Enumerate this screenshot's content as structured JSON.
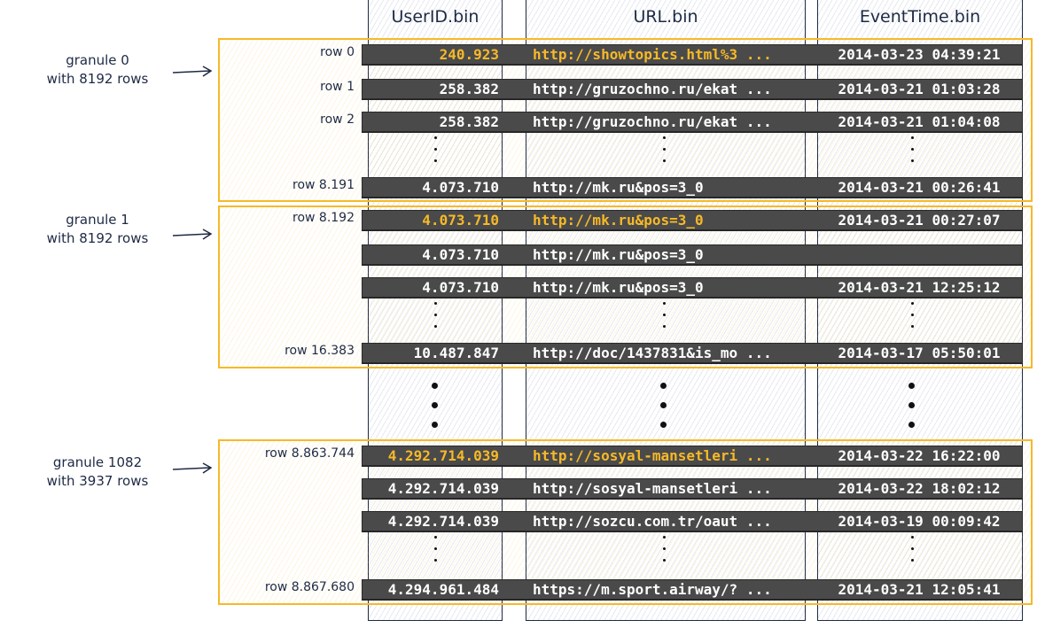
{
  "columns": [
    "UserID.bin",
    "URL.bin",
    "EventTime.bin"
  ],
  "granules": [
    {
      "label_line1": "granule 0",
      "label_line2": "with 8192 rows",
      "rows": [
        {
          "label": "row 0",
          "user": "240.923",
          "url": "http://showtopics.html%3 ...",
          "time": "2014-03-23 04:39:21"
        },
        {
          "label": "row 1",
          "user": "258.382",
          "url": "http://gruzochno.ru/ekat ...",
          "time": "2014-03-21 01:03:28"
        },
        {
          "label": "row 2",
          "user": "258.382",
          "url": "http://gruzochno.ru/ekat ...",
          "time": "2014-03-21 01:04:08"
        },
        {
          "label": "row 8.191",
          "user": "4.073.710",
          "url": "http://mk.ru&pos=3_0",
          "time": "2014-03-21 00:26:41"
        }
      ]
    },
    {
      "label_line1": "granule 1",
      "label_line2": "with 8192 rows",
      "rows": [
        {
          "label": "row 8.192",
          "user": "4.073.710",
          "url": "http://mk.ru&pos=3_0",
          "time": "2014-03-21 00:27:07"
        },
        {
          "label": "",
          "user": "4.073.710",
          "url": "http://mk.ru&pos=3_0",
          "time": ""
        },
        {
          "label": "",
          "user": "4.073.710",
          "url": "http://mk.ru&pos=3_0",
          "time": "2014-03-21 12:25:12"
        },
        {
          "label": "row 16.383",
          "user": "10.487.847",
          "url": "http://doc/1437831&is_mo ...",
          "time": "2014-03-17 05:50:01"
        }
      ]
    },
    {
      "label_line1": "granule 1082",
      "label_line2": "with 3937 rows",
      "rows": [
        {
          "label": "row 8.863.744",
          "user": "4.292.714.039",
          "url": "http://sosyal-mansetleri ...",
          "time": "2014-03-22 16:22:00"
        },
        {
          "label": "",
          "user": "4.292.714.039",
          "url": "http://sosyal-mansetleri ...",
          "time": "2014-03-22 18:02:12"
        },
        {
          "label": "",
          "user": "4.292.714.039",
          "url": "http://sozcu.com.tr/oaut ...",
          "time": "2014-03-19 00:09:42"
        },
        {
          "label": "row 8.867.680",
          "user": "4.294.961.484",
          "url": "https://m.sport.airway/? ...",
          "time": "2014-03-21 12:05:41"
        }
      ]
    }
  ],
  "colors": {
    "highlight": "#f7b928",
    "row_bg": "#4a4a4a",
    "ink": "#1e2a44"
  }
}
